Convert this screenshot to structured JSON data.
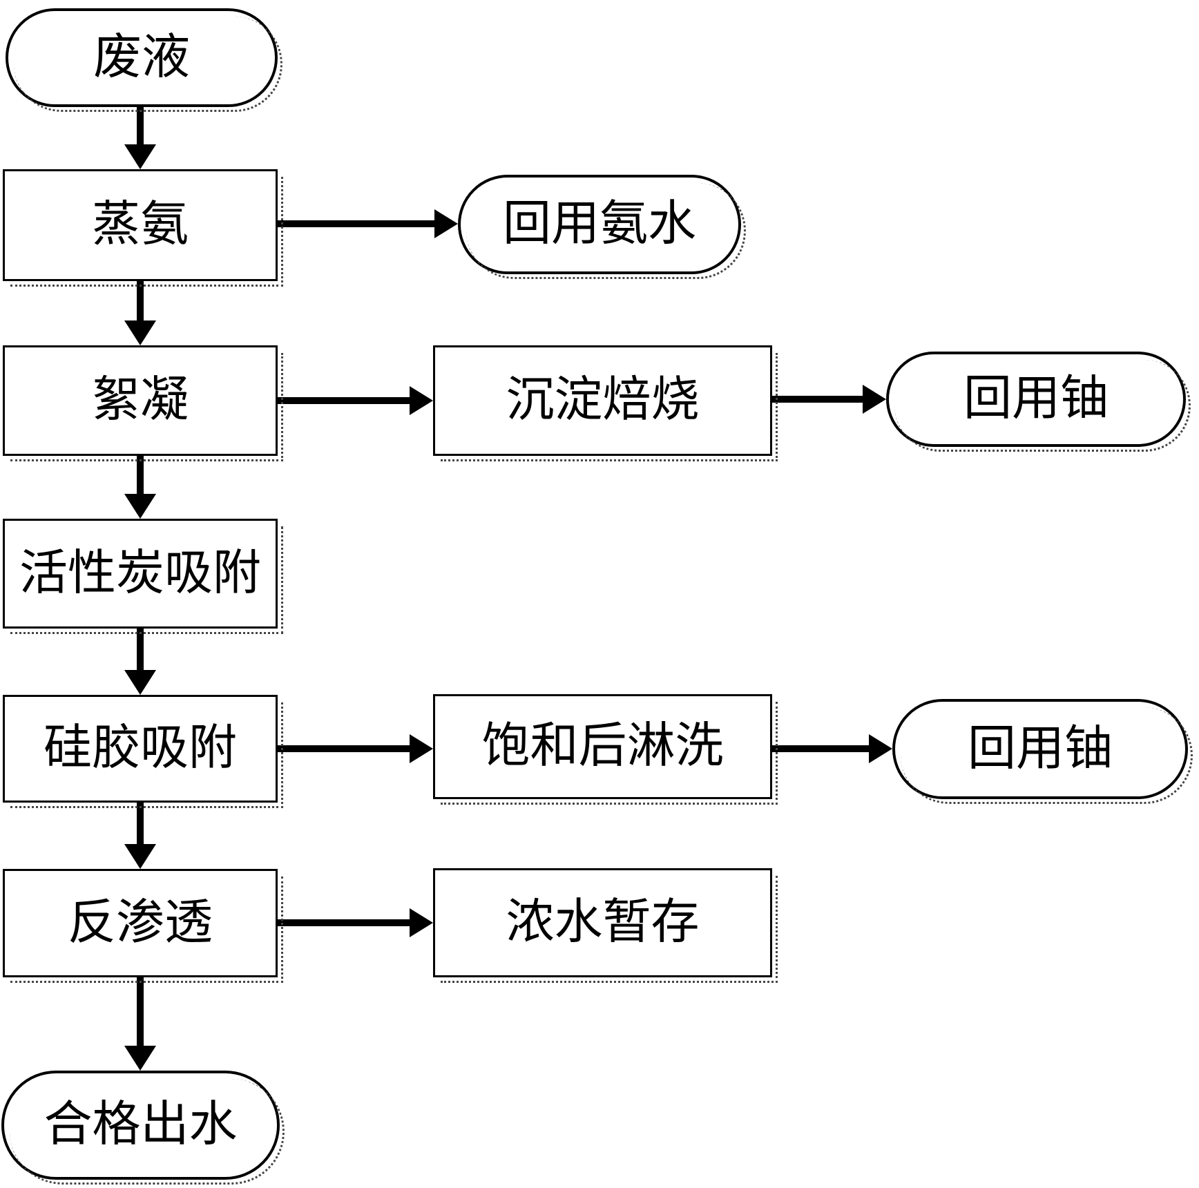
{
  "diagram": {
    "type": "flowchart",
    "language": "zh",
    "nodes": [
      {
        "id": "waste-liquid",
        "label": "废液",
        "shape": "stadium"
      },
      {
        "id": "ammonia-distillation",
        "label": "蒸氨",
        "shape": "rect"
      },
      {
        "id": "recycled-ammonia-water",
        "label": "回用氨水",
        "shape": "stadium"
      },
      {
        "id": "flocculation",
        "label": "絮凝",
        "shape": "rect"
      },
      {
        "id": "precipitate-roasting",
        "label": "沉淀焙烧",
        "shape": "rect"
      },
      {
        "id": "recycled-uranium-1",
        "label": "回用铀",
        "shape": "stadium"
      },
      {
        "id": "activated-carbon-adsorption",
        "label": "活性炭吸附",
        "shape": "rect"
      },
      {
        "id": "silica-gel-adsorption",
        "label": "硅胶吸附",
        "shape": "rect"
      },
      {
        "id": "post-saturation-rinse",
        "label": "饱和后淋洗",
        "shape": "rect"
      },
      {
        "id": "recycled-uranium-2",
        "label": "回用铀",
        "shape": "stadium"
      },
      {
        "id": "reverse-osmosis",
        "label": "反渗透",
        "shape": "rect"
      },
      {
        "id": "concentrate-water-storage",
        "label": "浓水暂存",
        "shape": "rect"
      },
      {
        "id": "qualified-effluent",
        "label": "合格出水",
        "shape": "stadium"
      }
    ],
    "edges": [
      {
        "from": "waste-liquid",
        "to": "ammonia-distillation",
        "direction": "down"
      },
      {
        "from": "ammonia-distillation",
        "to": "recycled-ammonia-water",
        "direction": "right"
      },
      {
        "from": "ammonia-distillation",
        "to": "flocculation",
        "direction": "down"
      },
      {
        "from": "flocculation",
        "to": "precipitate-roasting",
        "direction": "right"
      },
      {
        "from": "precipitate-roasting",
        "to": "recycled-uranium-1",
        "direction": "right"
      },
      {
        "from": "flocculation",
        "to": "activated-carbon-adsorption",
        "direction": "down"
      },
      {
        "from": "activated-carbon-adsorption",
        "to": "silica-gel-adsorption",
        "direction": "down"
      },
      {
        "from": "silica-gel-adsorption",
        "to": "post-saturation-rinse",
        "direction": "right"
      },
      {
        "from": "post-saturation-rinse",
        "to": "recycled-uranium-2",
        "direction": "right"
      },
      {
        "from": "silica-gel-adsorption",
        "to": "reverse-osmosis",
        "direction": "down"
      },
      {
        "from": "reverse-osmosis",
        "to": "concentrate-water-storage",
        "direction": "right"
      },
      {
        "from": "reverse-osmosis",
        "to": "qualified-effluent",
        "direction": "down"
      }
    ],
    "colors": {
      "line": "#000000",
      "fill": "#ffffff",
      "background": "#ffffff",
      "shadow": "#444444"
    }
  }
}
